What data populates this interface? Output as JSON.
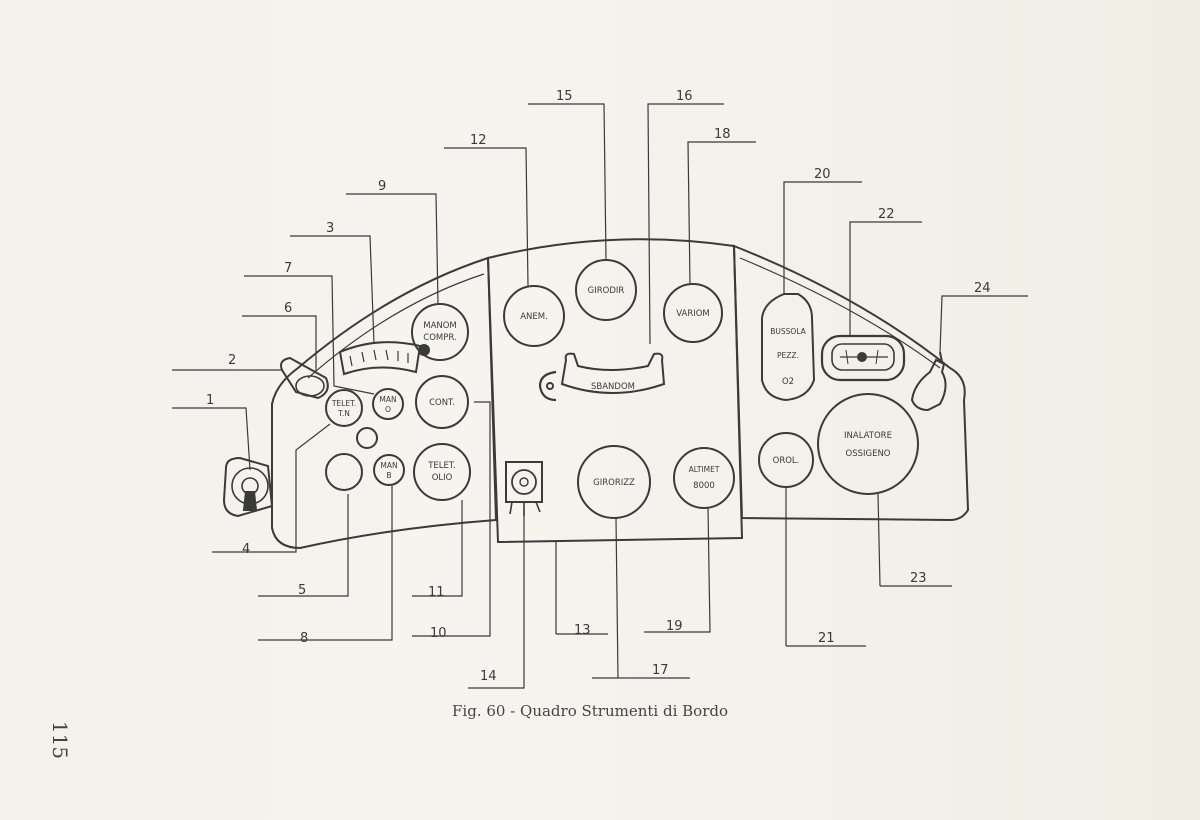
{
  "caption": "Fig. 60 - Quadro Strumenti di Bordo",
  "page_number": "115",
  "callout_numbers": [
    "1",
    "2",
    "3",
    "4",
    "5",
    "6",
    "7",
    "8",
    "9",
    "10",
    "11",
    "12",
    "13",
    "14",
    "15",
    "16",
    "17",
    "18",
    "19",
    "20",
    "21",
    "22",
    "23",
    "24"
  ],
  "instrument_labels": {
    "manom_compr_1": "MANOM",
    "manom_compr_2": "COMPR.",
    "telet_tn_1": "TELET.",
    "telet_tn_2": "T.N",
    "man_o_1": "MAN",
    "man_o_2": "O",
    "cont": "CONT.",
    "man_b_1": "MAN",
    "man_b_2": "B",
    "telet_olio_1": "TELET.",
    "telet_olio_2": "OLIO",
    "anem": "ANEM.",
    "girodir": "GIRODIR",
    "variom": "VARIOM",
    "sbandom": "SBANDOM",
    "girorizz": "GIRORIZZ",
    "altimet_1": "ALTIMET",
    "altimet_2": "8000",
    "bussola_1": "BUSSOLA",
    "bussola_2": "PEZZ.",
    "bussola_3": "O2",
    "orol": "OROL.",
    "inalatore_1": "INALATORE",
    "inalatore_2": "OSSIGENO"
  }
}
